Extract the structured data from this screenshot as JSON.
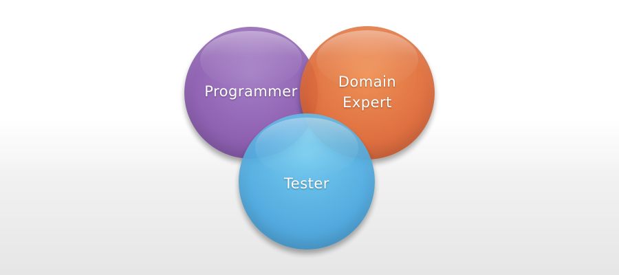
{
  "diagram": {
    "type": "venn",
    "sets": [
      {
        "id": "programmer",
        "label_lines": [
          "Programmer"
        ],
        "color": "#8c5db0"
      },
      {
        "id": "domain_expert",
        "label_lines": [
          "Domain",
          "Expert"
        ],
        "color": "#dd6633"
      },
      {
        "id": "tester",
        "label_lines": [
          "Tester"
        ],
        "color": "#4aa8df"
      }
    ]
  }
}
